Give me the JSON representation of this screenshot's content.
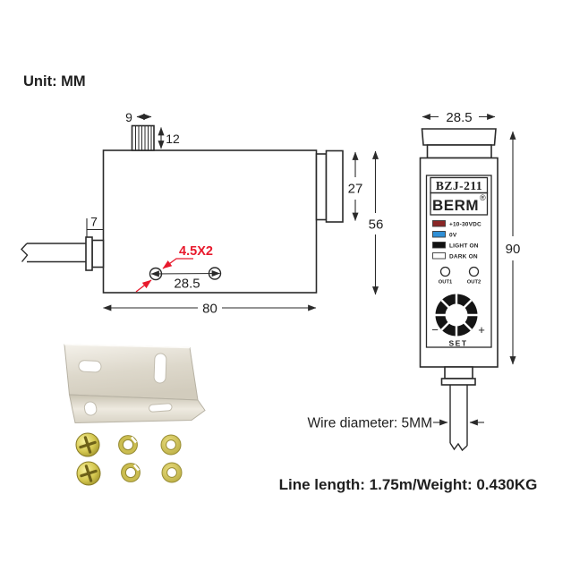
{
  "page": {
    "unit_label": "Unit: MM"
  },
  "colors": {
    "line": "#2a2a2a",
    "annotation_red": "#e8192c",
    "hardware_gold": "#d9cb61",
    "bracket_metal": "#e9e5da"
  },
  "side_view": {
    "knob_width": "9",
    "knob_height": "12",
    "gland_length": "7",
    "lens_height": "27",
    "body_height": "56",
    "body_width": "80",
    "hole_note": "4.5X2",
    "hole_spacing": "28.5"
  },
  "front_view": {
    "width": "28.5",
    "height": "90",
    "model": "BZJ-211",
    "brand": "BERM",
    "reg_mark": "®",
    "legend": [
      {
        "label": "+10-30VDC",
        "color": "#8a2626"
      },
      {
        "label": "0V",
        "color": "#2f8fd6"
      },
      {
        "label": "LIGHT ON",
        "color": "#111111"
      },
      {
        "label": "DARK ON",
        "color": "#ffffff"
      }
    ],
    "out1": "OUT1",
    "out2": "OUT2",
    "dial_minus": "−",
    "dial_plus": "+",
    "dial_label": "SET"
  },
  "annotations": {
    "wire_diameter": "Wire diameter: 5MM",
    "line_length": "Line length: 1.75m/Weight: 0.430KG"
  }
}
